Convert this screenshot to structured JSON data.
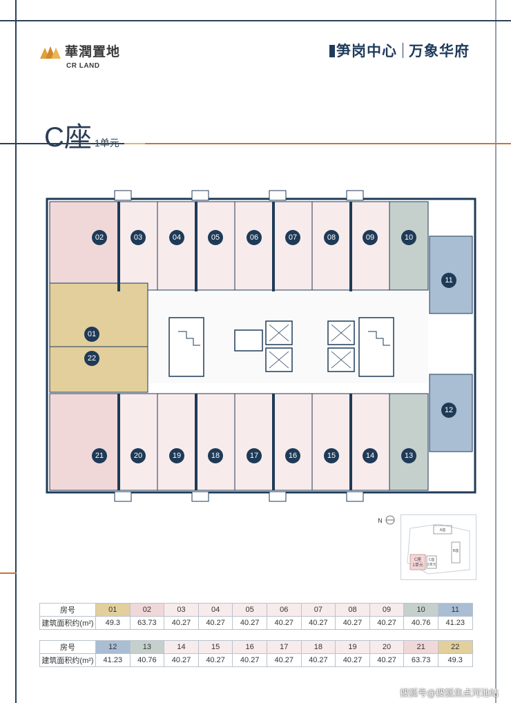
{
  "header": {
    "developer_logo_name": "華潤置地",
    "developer_logo_sub": "CR LAND",
    "project_name_1": "笋岗中心",
    "project_name_2": "万象华府"
  },
  "section": {
    "title": "C座",
    "unit": "1单元"
  },
  "colors": {
    "frame": "#2b3f55",
    "accent": "#c8733a",
    "unit_pink": "#f1d8d8",
    "unit_light": "#f8ebeb",
    "unit_blue": "#a9bdd3",
    "unit_gray": "#c5d0cc",
    "unit_tan": "#e2cf9c",
    "label_bg": "#1e3a57"
  },
  "plan": {
    "rooms_top": [
      "02",
      "03",
      "04",
      "05",
      "06",
      "07",
      "08",
      "09",
      "10"
    ],
    "rooms_bottom": [
      "21",
      "20",
      "19",
      "18",
      "17",
      "16",
      "15",
      "14",
      "13"
    ],
    "rooms_right": [
      "11",
      "12"
    ],
    "rooms_left": [
      "01",
      "22"
    ]
  },
  "minimap": {
    "north": "N",
    "building_a": "A座",
    "building_b": "B座",
    "building_c": "C座",
    "unit_2": "2单元",
    "highlight_line1": "C座",
    "highlight_line2": "1单元"
  },
  "tables": [
    {
      "row_header_1": "房号",
      "row_header_2": "建筑面积约(m²)",
      "rooms": [
        "01",
        "02",
        "03",
        "04",
        "05",
        "06",
        "07",
        "08",
        "09",
        "10",
        "11"
      ],
      "areas": [
        "49.3",
        "63.73",
        "40.27",
        "40.27",
        "40.27",
        "40.27",
        "40.27",
        "40.27",
        "40.27",
        "40.76",
        "41.23"
      ]
    },
    {
      "row_header_1": "房号",
      "row_header_2": "建筑面积约(m²)",
      "rooms": [
        "12",
        "13",
        "14",
        "15",
        "16",
        "17",
        "18",
        "19",
        "20",
        "21",
        "22"
      ],
      "areas": [
        "41.23",
        "40.76",
        "40.27",
        "40.27",
        "40.27",
        "40.27",
        "40.27",
        "40.27",
        "40.27",
        "63.73",
        "49.3"
      ]
    }
  ],
  "watermark": "搜狐号@搜狐焦点河池站"
}
